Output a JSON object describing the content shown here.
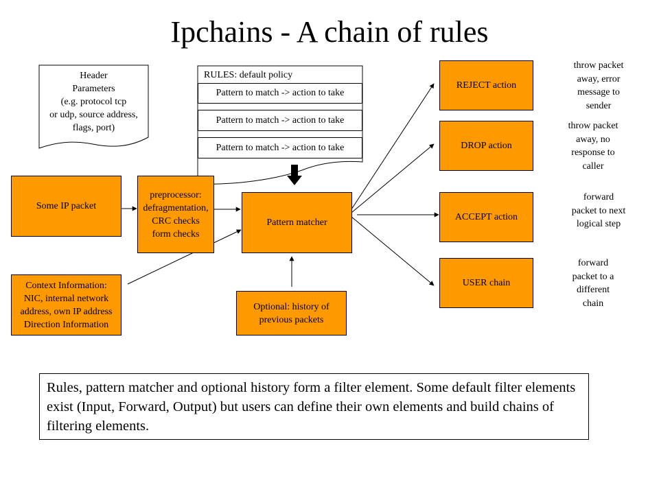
{
  "title": "Ipchains - A chain of rules",
  "header_note": {
    "lines": [
      "Header",
      "Parameters",
      "(e.g. protocol tcp",
      "or udp, source address,",
      "flags, port)"
    ]
  },
  "rules": {
    "heading": "RULES:  default policy",
    "items": [
      "Pattern to match -> action to take",
      "Pattern to match -> action to take",
      "Pattern to match -> action to take"
    ]
  },
  "boxes": {
    "ip_packet": [
      "Some IP packet"
    ],
    "preprocessor": [
      "preprocessor:",
      "defragmentation,",
      "CRC checks",
      "form checks"
    ],
    "pattern_matcher": [
      "Pattern matcher"
    ],
    "context": [
      "Context Information:",
      "NIC, internal network",
      "address, own IP address",
      "Direction Information"
    ],
    "history": [
      "Optional: history of",
      "previous packets"
    ],
    "reject": [
      "REJECT action"
    ],
    "drop": [
      "DROP action"
    ],
    "accept": [
      "ACCEPT action"
    ],
    "user": [
      "USER chain"
    ]
  },
  "descriptions": {
    "reject": [
      "throw packet",
      "away, error",
      "message to",
      "sender"
    ],
    "drop": [
      "throw packet",
      "away, no",
      "response to",
      "caller"
    ],
    "accept": [
      "forward",
      "packet to next",
      "logical step"
    ],
    "user": [
      "forward",
      "packet to a",
      "different",
      "chain"
    ]
  },
  "summary": "Rules, pattern matcher and optional history form a filter element. Some default filter elements exist (Input, Forward, Output) but users can define their own elements and build chains of filtering elements."
}
